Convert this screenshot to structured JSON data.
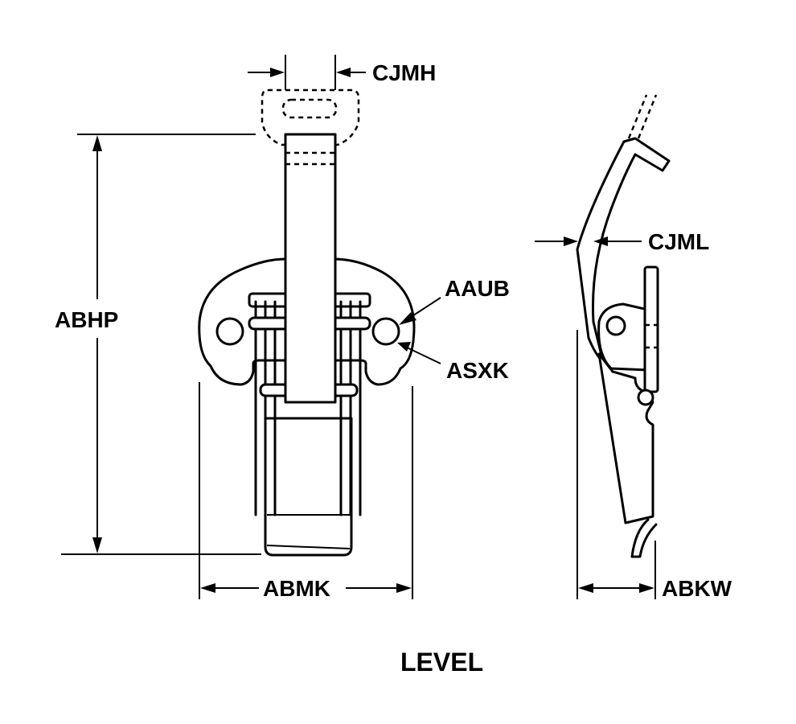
{
  "labels": {
    "cjmh": "CJMH",
    "cjml": "CJML",
    "aaub": "AAUB",
    "asxk": "ASXK",
    "abhp": "ABHP",
    "abmk": "ABMK",
    "abkw": "ABKW"
  },
  "caption": "LEVEL"
}
